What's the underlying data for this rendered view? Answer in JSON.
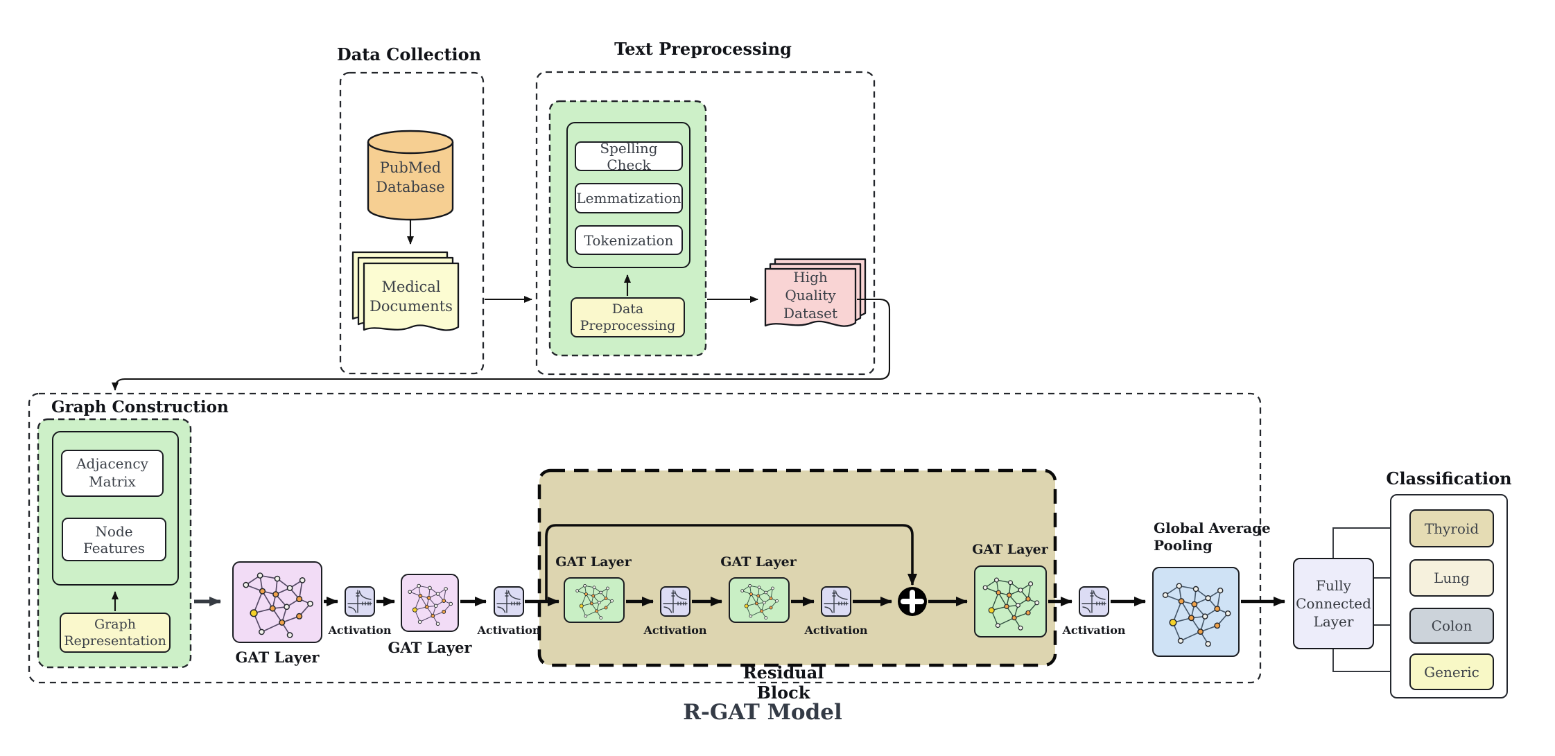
{
  "titles": {
    "data_collection": "Data Collection",
    "text_preprocessing": "Text Preprocessing",
    "graph_construction": "Graph Construction",
    "residual_block": "Residual Block",
    "rgat_model": "R-GAT Model",
    "classification": "Classification"
  },
  "data_collection": {
    "database": "PubMed Database",
    "documents": "Medical Documents"
  },
  "text_preprocessing": {
    "steps": [
      "Spelling Check",
      "Lemmatization",
      "Tokenization"
    ],
    "preprocess": "Data Preprocessing",
    "output": "High Quality Dataset"
  },
  "graph_construction": {
    "adjacency": "Adjacency Matrix",
    "node_features": "Node Features",
    "representation": "Graph Representation"
  },
  "model": {
    "gat_layer_label": "GAT Layer",
    "activation_label": "Activation",
    "pooling_label": "Global Average Pooling",
    "fully_connected": "Fully Connected Layer"
  },
  "classification": {
    "classes": [
      "Thyroid",
      "Lung",
      "Colon",
      "Generic"
    ]
  },
  "icons": {
    "database_icon": "database-cylinder-icon",
    "document_stack_icon": "document-stack-icon",
    "activation_icon": "activation-curve-icon",
    "graph_icon": "graph-network-icon",
    "residual_add_icon": "residual-add-icon"
  },
  "colors": {
    "green_fill": "#cdf0c8",
    "green_gat_fill": "#c9efc5",
    "purple_fill": "#f2dcf6",
    "lavender_fill": "#dcdcf4",
    "blue_fill": "#cfe2f5",
    "tan_fill": "#ddd5b0",
    "yellow_fill": "#faf8cc",
    "pink_fill": "#f9d4d4",
    "orange_fill": "#f6cf92",
    "cream_fill": "#fcfcd2",
    "fc_fill": "#ededfa",
    "thyroid_fill": "#e5dcb4",
    "lung_fill": "#f6f1dd",
    "colon_fill": "#ccd3da",
    "generic_fill": "#f8f8c6"
  }
}
